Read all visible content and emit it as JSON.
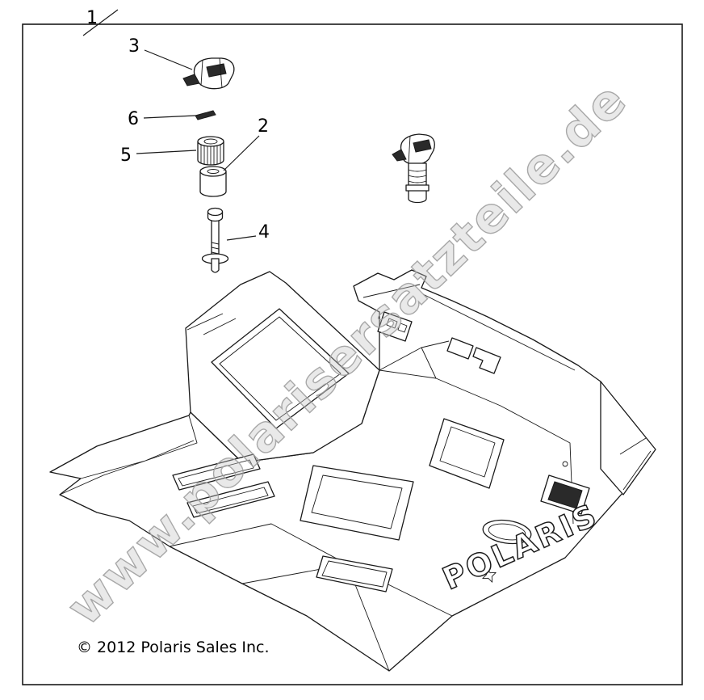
{
  "diagram": {
    "callouts": [
      {
        "id": 1,
        "label": "1"
      },
      {
        "id": 2,
        "label": "2"
      },
      {
        "id": 3,
        "label": "3"
      },
      {
        "id": 4,
        "label": "4"
      },
      {
        "id": 5,
        "label": "5"
      },
      {
        "id": 6,
        "label": "6"
      }
    ],
    "watermark": "www.polarisersatzteile.de",
    "copyright": "© 2012 Polaris Sales Inc.",
    "brand_text": "POLARIS"
  },
  "colors": {
    "line": "#1a1a1a",
    "watermark_gray": "#9f9f9f",
    "background": "#ffffff"
  }
}
